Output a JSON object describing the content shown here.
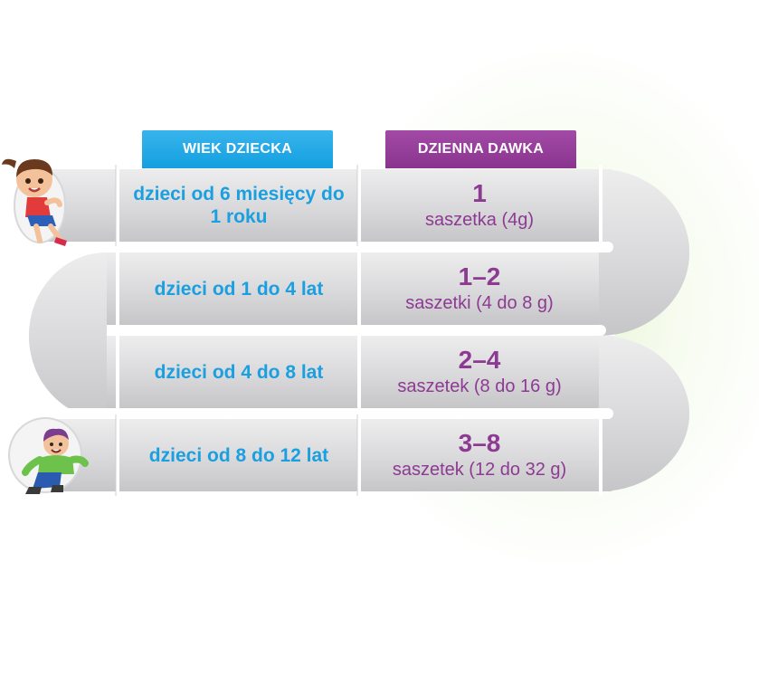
{
  "headers": {
    "age": "WIEK DZIECKA",
    "dose": "DZIENNA DAWKA"
  },
  "rows": [
    {
      "age": "dzieci od 6 miesięcy do 1 roku",
      "dose": "1",
      "unit": "saszetka (4g)"
    },
    {
      "age": "dzieci od 1 do 4 lat",
      "dose": "1–2",
      "unit": "saszetki (4 do 8 g)"
    },
    {
      "age": "dzieci od 4 do 8 lat",
      "dose": "2–4",
      "unit": "saszetek (8 do 16 g)"
    },
    {
      "age": "dzieci od 8 do 12 lat",
      "dose": "3–8",
      "unit": "saszetek (12 do 32 g)"
    }
  ],
  "colors": {
    "age": "#1a9fe0",
    "dose": "#8d3a92",
    "age_header": "#1ea6e6",
    "dose_header": "#953d9a",
    "tube": "#dcdcde"
  },
  "icons": [
    "girl-sliding-icon",
    "boy-sliding-icon"
  ]
}
